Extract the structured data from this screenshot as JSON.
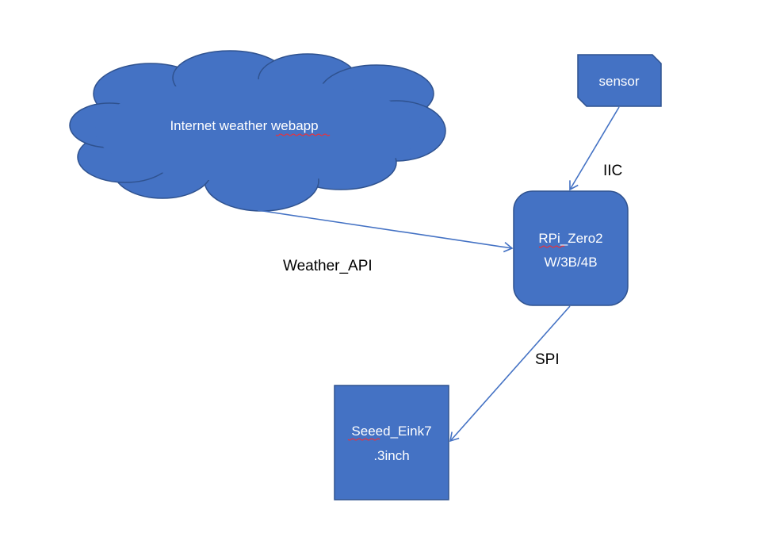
{
  "colors": {
    "node_fill": "#4472C4",
    "node_stroke": "#2F528F",
    "connector": "#4472C4",
    "text_on_node": "#FFFFFF",
    "label_text": "#000000",
    "spellcheck_underline": "#FF2A2A"
  },
  "nodes": {
    "cloud": {
      "label": "Internet weather webapp"
    },
    "sensor": {
      "label": "sensor"
    },
    "rpi": {
      "line1": "RPi_Zero2",
      "line2": "W/3B/4B"
    },
    "eink": {
      "line1": "Seeed_Eink7",
      "line2": ".3inch"
    }
  },
  "edges": {
    "iic": {
      "label": "IIC"
    },
    "weather_api": {
      "label": "Weather_API"
    },
    "spi": {
      "label": "SPI"
    }
  }
}
